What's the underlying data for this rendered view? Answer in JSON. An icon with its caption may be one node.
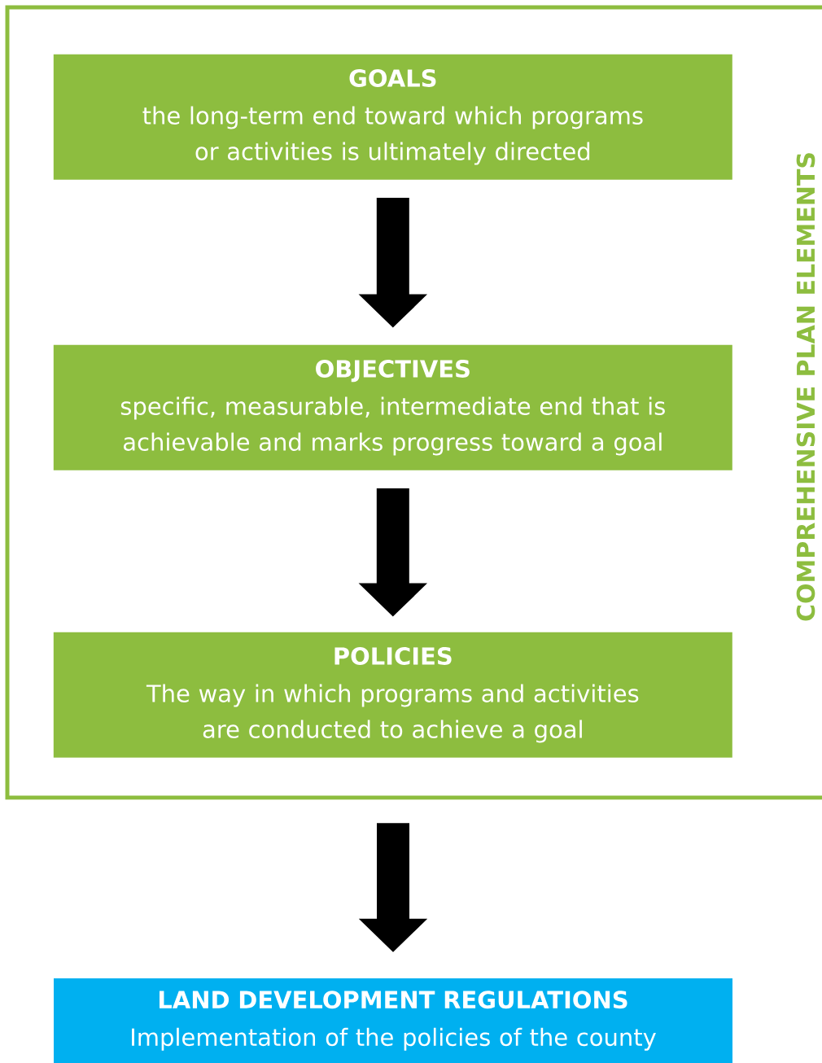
{
  "diagram": {
    "nodes": [
      {
        "text": [
          "COMPREHENSIVE PLAN ELEMENTS"
        ]
      },
      {
        "text": [
          "GOALS",
          "the long-term end toward which programs or activities is ultimately directed"
        ],
        "in": 0
      },
      {
        "text": [
          "OBJECTIVES",
          "specific, measurable, intermediate end that is achievable and marks progress toward a goal"
        ],
        "in": 0
      },
      {
        "text": [
          "POLICIES",
          "The way in which programs and activities are conducted to achieve a goal"
        ],
        "in": 0
      },
      {
        "text": [
          "LAND DEVELOPMENT REGULATIONS",
          "Implementation of the policies of the county"
        ]
      }
    ],
    "edges": [
      {
        "from": 1,
        "to": 2,
        "arrow": "to"
      },
      {
        "from": 2,
        "to": 3,
        "arrow": "to"
      },
      {
        "from": 0,
        "to": 4,
        "arrow": "to"
      }
    ]
  }
}
